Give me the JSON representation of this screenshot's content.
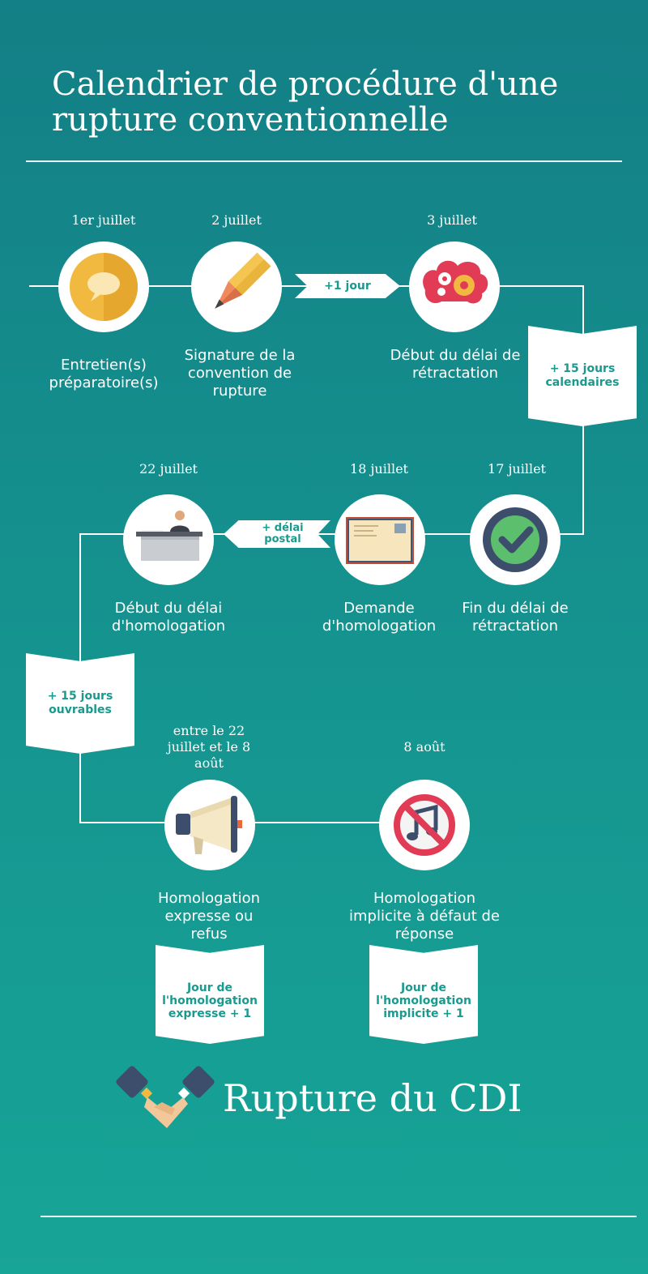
{
  "title": "Calendrier de procédure d'une rupture conventionnelle",
  "steps": [
    {
      "date": "1er juillet",
      "label": "Entretien(s) préparatoire(s)",
      "icon": "speech-bubble-icon"
    },
    {
      "date": "2 juillet",
      "label": "Signature de la convention de rupture",
      "icon": "pen-icon"
    },
    {
      "date": "3 juillet",
      "label": "Début du délai de rétractation",
      "icon": "brain-gears-icon"
    },
    {
      "date": "17 juillet",
      "label": "Fin du délai de rétractation",
      "icon": "checkmark-icon"
    },
    {
      "date": "18 juillet",
      "label": "Demande d'homologation",
      "icon": "envelope-icon"
    },
    {
      "date": "22 juillet",
      "label": "Début du délai d'homologation",
      "icon": "office-desk-icon"
    },
    {
      "date": "entre le 22 juillet et le 8 août",
      "label": "Homologation expresse ou refus",
      "icon": "megaphone-icon"
    },
    {
      "date": "8 août",
      "label": "Homologation implicite à défaut de réponse",
      "icon": "no-music-icon"
    }
  ],
  "connectors": {
    "plus_one_day": "+1 jour",
    "plus_fifteen_calendar": "+ 15 jours calendaires",
    "plus_postal_delay": "+ délai postal",
    "plus_fifteen_working": "+ 15 jours ouvrables",
    "expresse_day": "Jour de l'homologation expresse + 1",
    "implicite_day": "Jour de l'homologation implicite + 1"
  },
  "brand": "Rupture du CDI",
  "colors": {
    "background_top": "#137f86",
    "background_bottom": "#17a597",
    "accent_text": "#1a9a8e",
    "yellow": "#f1b93f",
    "red": "#e23b55",
    "navy": "#3c4e6b",
    "green": "#5cbf6d"
  }
}
